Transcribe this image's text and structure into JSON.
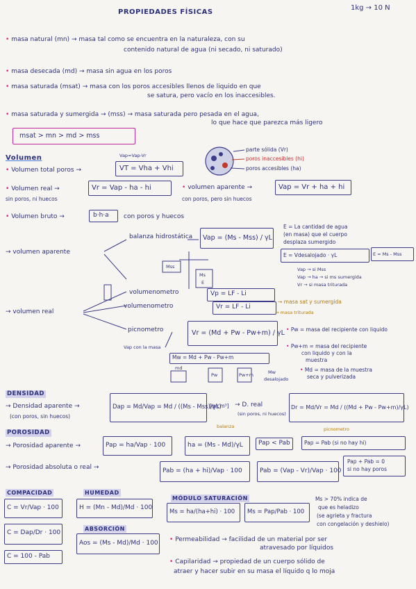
{
  "header": {
    "title": "PROPIEDADES FÍSICAS",
    "corner": "1kg → 10 N"
  },
  "masas": [
    {
      "term": "masa natural",
      "sym": "(mn)",
      "def1": "masa tal como se encuentra en la naturaleza, con su",
      "def2": "contenido natural de agua (ni secado, ni saturado)"
    },
    {
      "term": "masa desecada",
      "sym": "(md)",
      "def1": "masa sin agua en los poros"
    },
    {
      "term": "masa saturada",
      "sym": "(msat)",
      "def1": "masa con los poros accesibles llenos de liquido en que",
      "def2": "se satura, pero vacío en los inaccesibles."
    },
    {
      "term": "masa saturada y sumergida",
      "sym": "(mss)",
      "def1": "masa saturada pero pesada en el agua,",
      "def2": "lo que hace que parezca más ligero"
    }
  ],
  "ineq": "msat > mn > md > mss",
  "volumen": {
    "heading": "Volumen",
    "note": "Vap=Vap-Vr",
    "legend": [
      "parte sólida (Vr)",
      "poros inaccesibles (hi)",
      "poros accesibles (ha)"
    ],
    "total_label": "Volumen total poros",
    "total_formula": "VT = Vha + Vhi",
    "real_label": "Volumen real",
    "real_formula": "Vr = Vap - ha - hi",
    "real_note": "sin poros, ni huecos",
    "aparente_label": "volumen aparente",
    "aparente_formula": "Vap = Vr + ha + hi",
    "aparente_note": "con poros, pero sin huecos",
    "bruto_label": "Volumen bruto",
    "bruto_formula": "b·h·a",
    "bruto_note": "con poros y huecos"
  },
  "aparente_block": {
    "label": "volumen aparente",
    "balanza": "balanza hidrostática",
    "formula": "Vap = (Ms - Mss) / γL",
    "mss": "Mss",
    "ms": "Ms",
    "e": "E",
    "E_def1": "E = La cantidad de agua",
    "E_def2": "(en masa) que el cuerpo",
    "E_def3": "desplaza sumergido",
    "E_formula": "E = Vdesalojado · γL",
    "E_formula2": "E = Ms - Mss",
    "cases": [
      "Vap → si Mss",
      "Vap → ha → si ms sumergida",
      "Vr → si masa triturada"
    ]
  },
  "real_block": {
    "label": "volumen real",
    "volumenometro1": "volumenometro",
    "f1": "Vp = LF - Li",
    "volumenometro2": "volumenometro",
    "f2": "Vr = LF - Li",
    "f2_note": "masa sat y sumergida",
    "f2_note2": "masa triturada",
    "picnometro": "picnometro",
    "f3": "Vr = (Md + Pw - Pw+m) / γL",
    "vap_note": "Vap con la masa",
    "pw_def": "Pw = masa del recipiente con liquido",
    "pwm_def1": "Pw+m = masa del recipiente",
    "pwm_def2": "con liquido y con la",
    "pwm_def3": "muestra",
    "md_def1": "Md = masa de la muestra",
    "md_def2": "seca y pulverizada",
    "mw": "Mw = Md + Pw - Pw+m",
    "md": "md",
    "pw": "Pw",
    "pwm": "Pw+m",
    "mw2": "Mw",
    "desalojado": "desalojado"
  },
  "densidad": {
    "heading": "DENSIDAD",
    "ap_label": "Densidad aparente",
    "ap_note": "(con poros, sin huecos)",
    "ap_formula": "Dap = Md/Vap = Md / ((Ms - Mss)/γL)",
    "unit": "[g/cm³]",
    "real_label": "D. real",
    "real_note": "(sin poros, ni huecos)",
    "real_formula": "Dr = Md/Vr = Md / ((Md + Pw - Pw+m)/γL)",
    "balanza": "balanza",
    "picnometro": "picnometro"
  },
  "porosidad": {
    "heading": "POROSIDAD",
    "ap_label": "Porosidad aparente",
    "ap_formula": "Pap = ha/Vap · 100",
    "ha_formula": "ha = (Ms - Md)/γL",
    "cmp": "Pap < Pab",
    "eq": "Pap = Pab (si no hay hi)",
    "abs_label": "Porosidad absoluta o real",
    "abs_formula": "Pab = (ha + hi)/Vap · 100",
    "abs_formula2": "Pab = (Vap - Vr)/Vap · 100",
    "sum": "Pap + Pab = 0",
    "sum_note": "si no hay poros"
  },
  "compacidad": {
    "heading": "COMPACIDAD",
    "f1": "C = Vr/Vap · 100",
    "f2": "C = Dap/Dr · 100",
    "f3": "C = 100 - Pab"
  },
  "humedad": {
    "heading": "HUMEDAD",
    "f1": "H = (Mn - Md)/Md · 100",
    "abs_heading": "ABSORCIÓN",
    "f2": "Aos = (Ms - Md)/Md · 100"
  },
  "saturacion": {
    "heading": "MÓDULO SATURACIÓN",
    "f1": "Ms = ha/(ha+hi) · 100",
    "f2": "Ms = Pap/Pab · 100",
    "n1": "Ms > 70% indica de",
    "n2": "que es heladizo",
    "n3": "(se agrieta y fractura",
    "n4": "con congelación y deshielo)"
  },
  "permeabilidad": {
    "label": "Permeabilidad",
    "def1": "facilidad de un material por ser",
    "def2": "atravesado por líquidos"
  },
  "capilaridad": {
    "label": "Capilaridad",
    "def1": "propiedad de un cuerpo sólido de",
    "def2": "atraer y hacer subir en su masa el líquido q lo moja"
  }
}
